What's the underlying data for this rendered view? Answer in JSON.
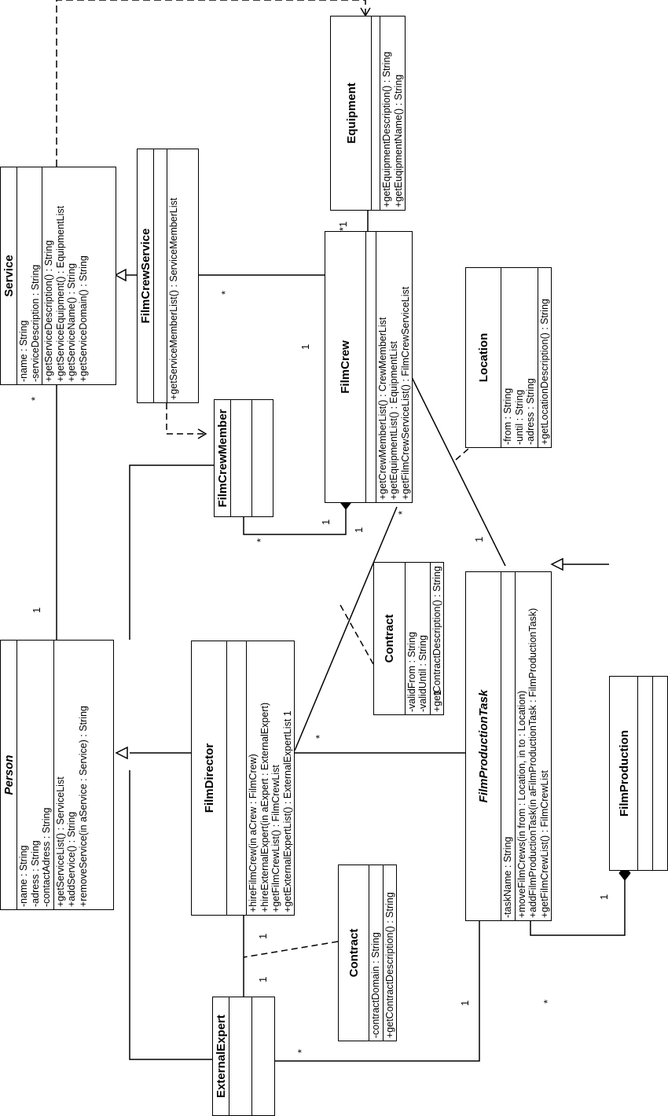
{
  "classes": {
    "person": {
      "name": "Person",
      "attributes": [
        "-name : String",
        "-adress : String",
        "-contactAdress : String"
      ],
      "operations": [
        "+getServiceList() : ServiceList",
        "+addService() : String",
        "+removeService(in aService : Service) : String"
      ]
    },
    "service": {
      "name": "Service",
      "attributes": [
        "-name : String",
        "-serviceDescription : String"
      ],
      "operations": [
        "+getServiceDescription() : String",
        "+getServiceEquipment() : EquipmentList",
        "+getServiceName() : String",
        "+getServiceDomain() : String"
      ]
    },
    "film_crew_service": {
      "name": "FilmCrewService",
      "attributes": [],
      "operations": [
        "+getServiceMemberList() : ServiceMemberList"
      ]
    },
    "equipment": {
      "name": "Equipment",
      "attributes": [],
      "operations": [
        "+getEquipmentDescription() : String",
        "+getEuqipmentName() : String"
      ]
    },
    "film_crew": {
      "name": "FilmCrew",
      "attributes": [],
      "operations": [
        "+getCrewMemberList() : CrewMemberList",
        "+getEquipmentList() : EquipmentList",
        "+getFilmCrewServiceList() : FilmCrewServiceList"
      ]
    },
    "film_crew_member": {
      "name": "FilmCrewMember",
      "attributes": [],
      "operations": []
    },
    "location": {
      "name": "Location",
      "attributes": [
        "-from : String",
        "-until : String",
        "-adress : String"
      ],
      "operations": [
        "+getLocationDescription() : String"
      ]
    },
    "film_director": {
      "name": "FilmDirector",
      "attributes": [],
      "operations": [
        "+hireFilmCrew(in aCrew : FilmCrew)",
        "+hireExternalExpert(in aExpert : ExternalExpert)",
        "+getFilmCrewList() : FilmCrewList",
        "+getExternalExpertList() : ExternalExpertList 1"
      ]
    },
    "contract_crew": {
      "name": "Contract",
      "attributes": [
        "-validFrom : String",
        "-validUntil : String"
      ],
      "operations": [
        "+getContractDescription() : String"
      ]
    },
    "contract_expert": {
      "name": "Contract",
      "attributes": [
        "-contractDomain : String"
      ],
      "operations": [
        "+getContractDescription() : String"
      ]
    },
    "film_production_task": {
      "name": "FilmProductionTask",
      "attributes": [
        "-taskName : String"
      ],
      "operations": [
        "+moveFilmCrews(in from : Location, in to : Location)",
        "+addFilmProductionTask(in aFilmProductionTask : FilmProductionTask)",
        "+getFilmCrewList() : FilmCrewList"
      ]
    },
    "film_production": {
      "name": "FilmProduction",
      "attributes": [],
      "operations": []
    },
    "external_expert": {
      "name": "ExternalExpert",
      "attributes": [],
      "operations": []
    }
  },
  "multiplicities": {
    "person_service_person": "1",
    "person_service_service": "*",
    "fcs_filmcrew_fcs": "*",
    "fcs_filmcrew_crew": "1",
    "crew_equipment": "*1",
    "member_crew_member": "*",
    "member_crew_crew": "1",
    "crew_contract_crew": "*",
    "crew_task_crew": "1",
    "director_task_director": "*",
    "director_task_task": "1",
    "director_expert_director": "1",
    "director_expert_expert": "1",
    "expert_task_expert": "*",
    "expert_task_task": "1",
    "production_task_task": "*",
    "production_task_production": "1"
  }
}
